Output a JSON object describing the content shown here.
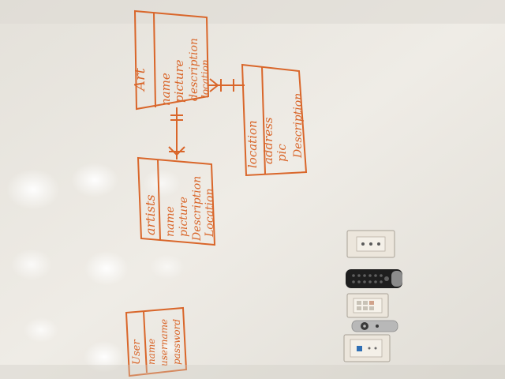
{
  "whiteboard": {
    "art": {
      "title": "Art",
      "fields": [
        "name",
        "picture",
        "description",
        "location"
      ]
    },
    "location": {
      "title": "location",
      "fields": [
        "address",
        "pic",
        "Description"
      ]
    },
    "artists": {
      "title": "artists",
      "fields": [
        "name",
        "picture",
        "Description",
        "Location"
      ]
    },
    "user": {
      "title": "User",
      "fields": [
        "name",
        "username",
        "password"
      ]
    }
  },
  "colors": {
    "marker": "#d9662a",
    "board": "#ebe8e2",
    "wall_plate": "#ece6dc",
    "remote_dark": "#1e1e1e",
    "remote_silver": "#b8b8b8"
  },
  "wall_devices": [
    "wall-plate",
    "tv-remote",
    "light-switch-panel",
    "silver-remote",
    "control-plate"
  ]
}
